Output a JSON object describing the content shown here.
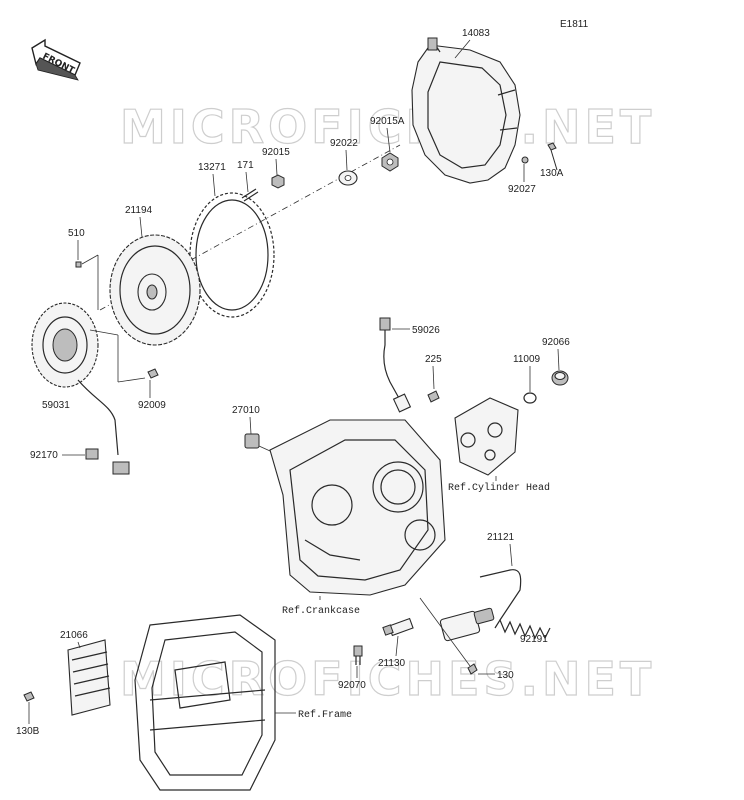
{
  "diagram_code": "E1811",
  "watermark": "MICROFICHES.NET",
  "front_label": "FRONT",
  "parts": {
    "p14083": "14083",
    "p92015A": "92015A",
    "p92022": "92022",
    "p92015": "92015",
    "p171": "171",
    "p13271": "13271",
    "p21194": "21194",
    "p510": "510",
    "p92027": "92027",
    "p130A": "130A",
    "p59026": "59026",
    "p92066": "92066",
    "p225": "225",
    "p11009": "11009",
    "p59031": "59031",
    "p92009": "92009",
    "p27010": "27010",
    "p92170": "92170",
    "p21121": "21121",
    "p21066": "21066",
    "p21130": "21130",
    "p92191": "92191",
    "p92070": "92070",
    "p130": "130",
    "p130B": "130B"
  },
  "refs": {
    "cylinder_head": "Ref.Cylinder Head",
    "crankcase": "Ref.Crankcase",
    "frame": "Ref.Frame"
  }
}
